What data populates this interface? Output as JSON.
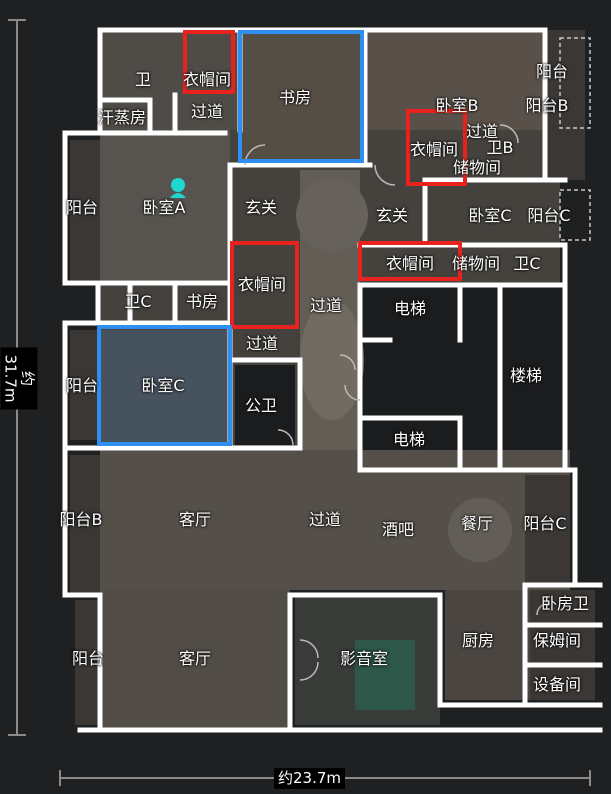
{
  "dimensions": {
    "width_label": "约23.7m",
    "height_label": "约31.7m"
  },
  "colors": {
    "background": "#1f2022",
    "wall": "#ffffff",
    "highlight_red": "#e8231f",
    "highlight_blue": "#2f8ff0",
    "location_marker": "#1fd8d0"
  },
  "rooms": {
    "wei_top": "卫",
    "yimaojian_top": "衣帽间",
    "guodao_top": "过道",
    "shufang_top": "书房",
    "hanzhengfang": "汗蒸房",
    "woshi_b": "卧室B",
    "yangtai_tr": "阳台",
    "yangtai_b_tr": "阳台B",
    "guodao_tr": "过道",
    "yimaojian_tr": "衣帽间",
    "wei_b": "卫B",
    "chuwujian_tr": "储物间",
    "yangtai_left1": "阳台",
    "woshi_a": "卧室A",
    "xuanguan_left": "玄关",
    "xuanguan_mid": "玄关",
    "woshi_c_right": "卧室C",
    "yangtai_c_right": "阳台C",
    "yimaojian_mid": "衣帽间",
    "chuwujian_mid": "储物间",
    "wei_c_right": "卫C",
    "wei_c_left": "卫C",
    "shufang_left": "书房",
    "yimaojian_left": "衣帽间",
    "guodao_center": "过道",
    "dianti_1": "电梯",
    "guodao_left_small": "过道",
    "louti": "楼梯",
    "yangtai_left2": "阳台",
    "woshi_c_left": "卧室C",
    "gongwei": "公卫",
    "dianti_2": "电梯",
    "yangtai_b_left": "阳台B",
    "keting_1": "客厅",
    "guodao_lower": "过道",
    "jiuba": "酒吧",
    "canting": "餐厅",
    "yangtai_c_lower": "阳台C",
    "woshi_wei": "卧房卫",
    "yangtai_bottom": "阳台",
    "keting_2": "客厅",
    "yingyinshi": "影音室",
    "chufang": "厨房",
    "baomujian": "保姆间",
    "shebeijian": "设备间"
  }
}
